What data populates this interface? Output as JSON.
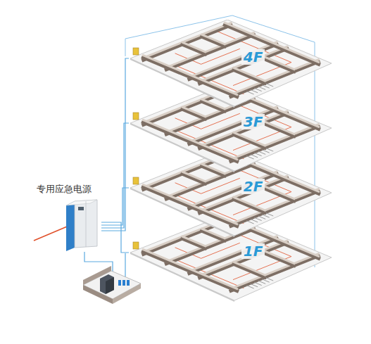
{
  "diagram": {
    "nodes": [
      {
        "text": [
          "专用应急电源"
        ]
      },
      {
        "text": [
          "4F"
        ]
      },
      {
        "text": [
          "3F"
        ]
      },
      {
        "text": [
          "2F"
        ]
      },
      {
        "text": [
          "1F"
        ]
      }
    ],
    "edges": [
      {
        "from": 0,
        "to": 1,
        "arrow": "none"
      },
      {
        "from": 0,
        "to": 2,
        "arrow": "none"
      },
      {
        "from": 0,
        "to": 3,
        "arrow": "none"
      },
      {
        "from": 0,
        "to": 4,
        "arrow": "none"
      }
    ]
  }
}
